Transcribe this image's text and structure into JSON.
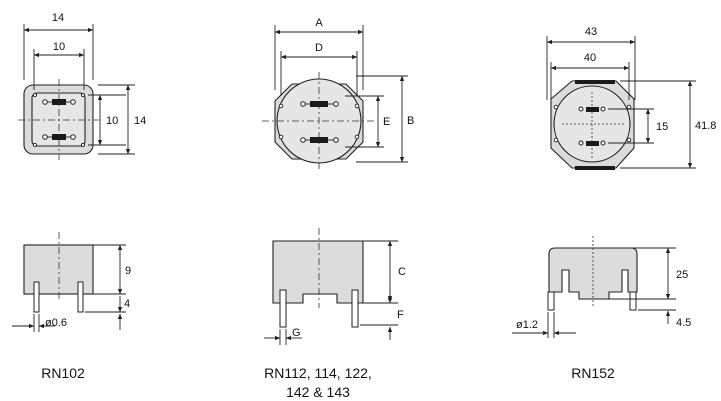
{
  "models": [
    {
      "caption": [
        "RN102"
      ],
      "dims": {
        "outer_width": "14",
        "pin_width": "10",
        "pin_height": "10",
        "outer_height": "14",
        "body_height": "9",
        "pin_length": "4",
        "pin_dia": "ø0.6"
      }
    },
    {
      "caption": [
        "RN112, 114, 122,",
        "142 & 143"
      ],
      "dims": {
        "A": "A",
        "D": "D",
        "E": "E",
        "B": "B",
        "C": "C",
        "F": "F",
        "G": "G"
      }
    },
    {
      "caption": [
        "RN152"
      ],
      "dims": {
        "outer_width": "43",
        "inner_width": "40",
        "pin_span": "15",
        "outer_height": "41.8",
        "body_height": "25",
        "pin_length": "4.5",
        "pin_dia": "ø1.2"
      }
    }
  ]
}
